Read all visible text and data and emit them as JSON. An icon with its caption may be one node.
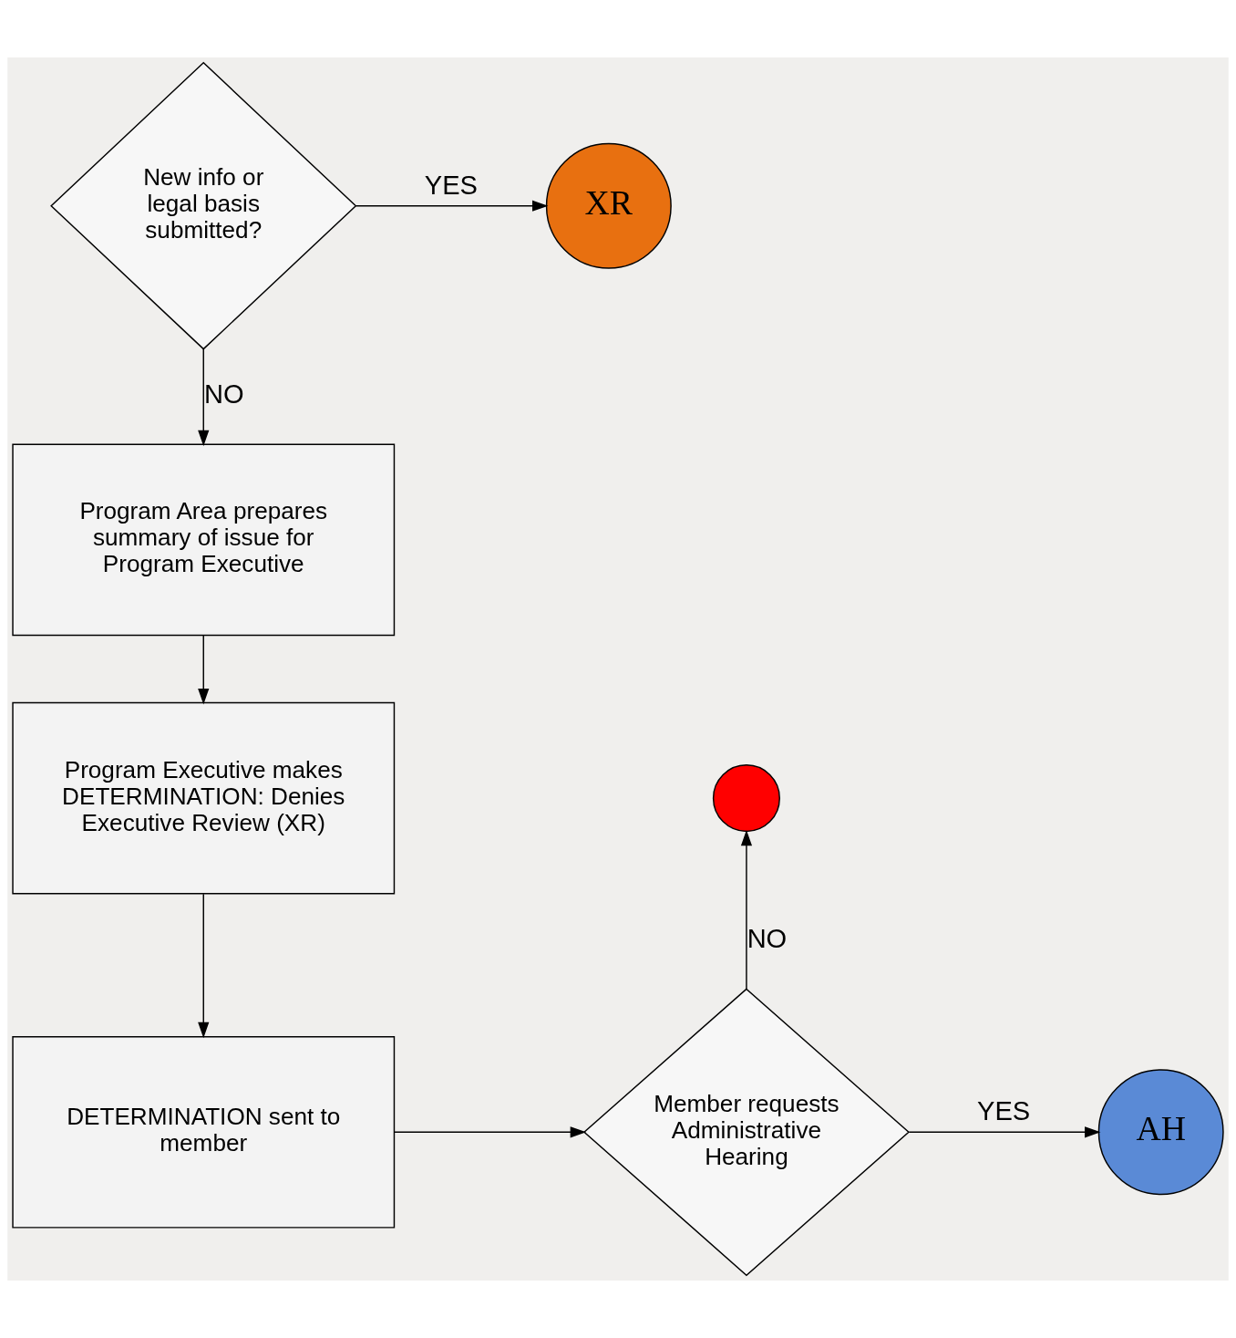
{
  "diagram": {
    "nodes": [
      {
        "text": [
          "New info or legal basis submitted?"
        ]
      },
      {
        "text": [
          "XR"
        ]
      },
      {
        "text": [
          "Program Area prepares summary of issue for Program Executive"
        ]
      },
      {
        "text": [
          "Program Executive makes DETERMINATION: Denies Executive Review (XR)"
        ]
      },
      {
        "text": [
          "DETERMINATION sent to member"
        ]
      },
      {
        "text": [],
        "shape": "circle"
      },
      {
        "text": [
          "Member requests Administrative Hearing"
        ]
      },
      {
        "text": [
          "AH"
        ]
      }
    ],
    "edges": [
      {
        "from": 0,
        "to": 1,
        "arrow": "to",
        "label": "YES"
      },
      {
        "from": 0,
        "to": 2,
        "arrow": "to",
        "label": "NO"
      },
      {
        "from": 2,
        "to": 3,
        "arrow": "to"
      },
      {
        "from": 3,
        "to": 4,
        "arrow": "to"
      },
      {
        "from": 4,
        "to": 6,
        "arrow": "to"
      },
      {
        "from": 6,
        "to": 5,
        "arrow": "to",
        "label": "NO"
      },
      {
        "from": 6,
        "to": 7,
        "arrow": "to",
        "label": "YES"
      }
    ]
  }
}
